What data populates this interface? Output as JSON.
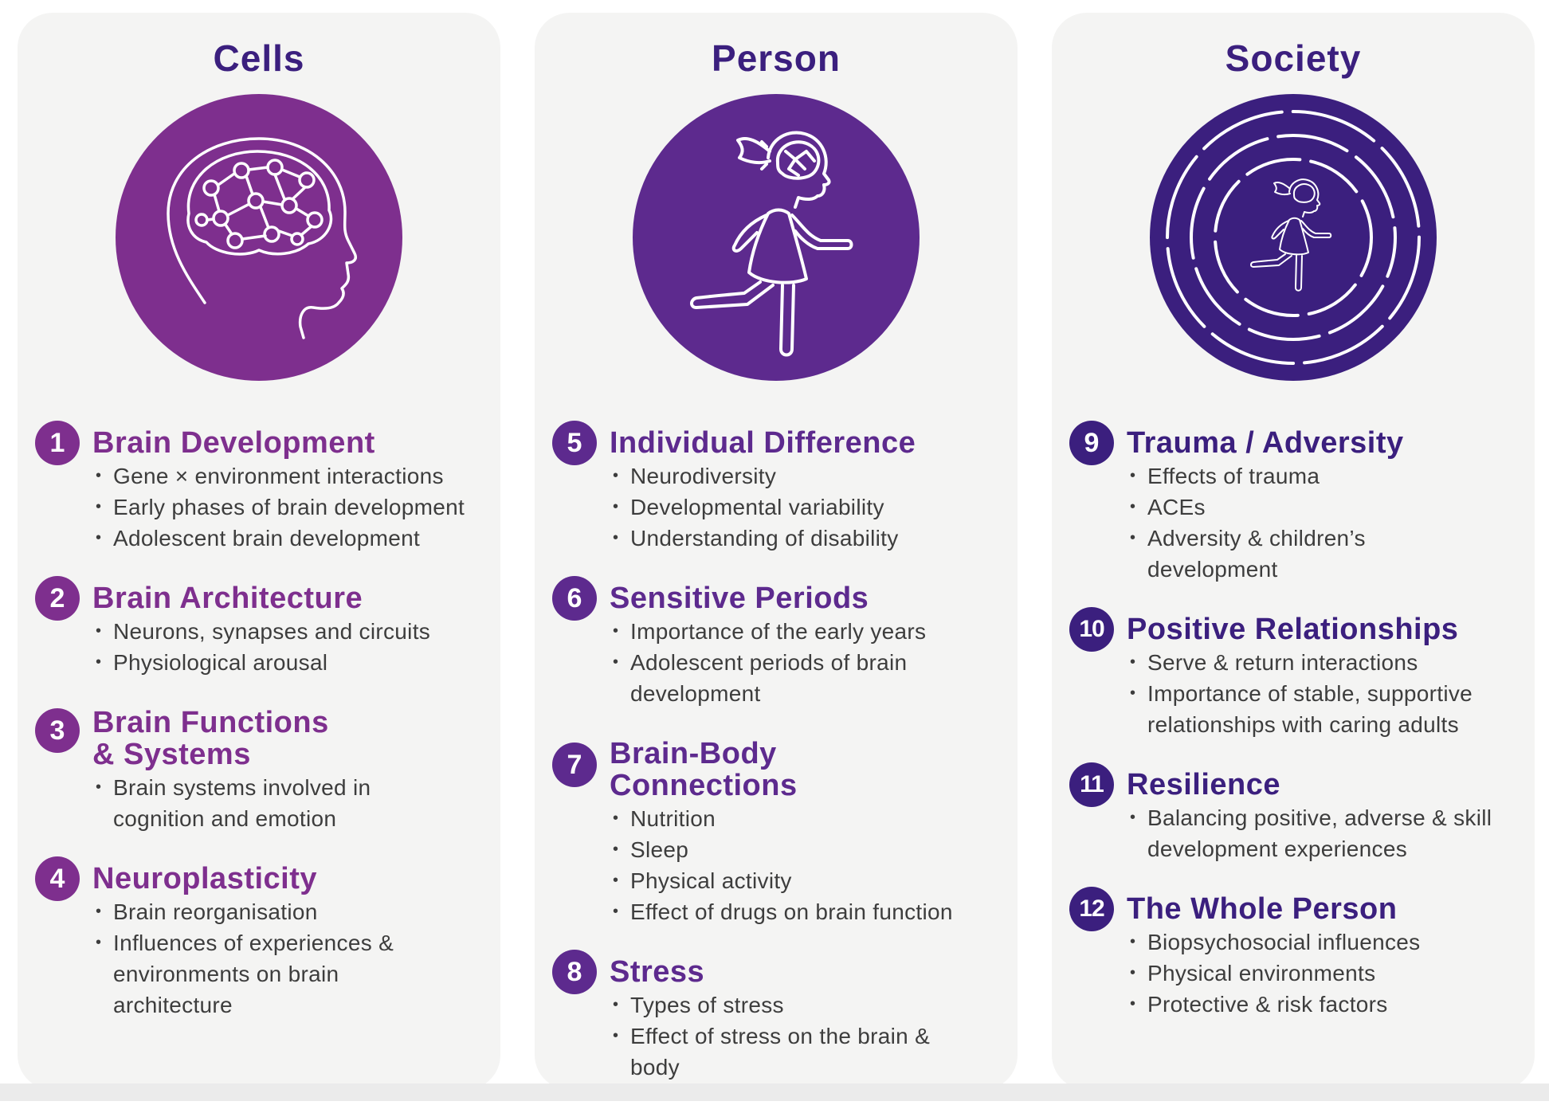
{
  "colors": {
    "cells": "#7e2f8e",
    "person": "#5d2a8e",
    "society": "#3b1f7e",
    "panel": "#f4f4f3",
    "text": "#3d3d3d"
  },
  "columns": [
    {
      "title": "Cells",
      "icon": "brain-network-head-icon",
      "topics": [
        {
          "number": "1",
          "title": "Brain Development",
          "bullets": [
            "Gene × environment interactions",
            "Early phases of brain development",
            "Adolescent brain development"
          ]
        },
        {
          "number": "2",
          "title": "Brain Architecture",
          "bullets": [
            "Neurons, synapses and  circuits",
            "Physiological arousal"
          ]
        },
        {
          "number": "3",
          "title": "Brain Functions & Systems",
          "bullets": [
            "Brain systems involved in cognition and emotion"
          ]
        },
        {
          "number": "4",
          "title": "Neuroplasticity",
          "bullets": [
            "Brain reorganisation",
            "Influences of experiences & environments on brain architecture"
          ]
        }
      ]
    },
    {
      "title": "Person",
      "icon": "running-child-icon",
      "topics": [
        {
          "number": "5",
          "title": "Individual Difference",
          "bullets": [
            "Neurodiversity",
            "Developmental variability",
            "Understanding of disability"
          ]
        },
        {
          "number": "6",
          "title": "Sensitive Periods",
          "bullets": [
            "Importance of the early years",
            "Adolescent periods of brain development"
          ]
        },
        {
          "number": "7",
          "title": "Brain-Body Connections",
          "bullets": [
            "Nutrition",
            "Sleep",
            "Physical activity",
            "Effect of drugs on brain function"
          ]
        },
        {
          "number": "8",
          "title": "Stress",
          "bullets": [
            "Types of stress",
            "Effect of stress on the brain & body"
          ]
        }
      ]
    },
    {
      "title": "Society",
      "icon": "child-in-circles-icon",
      "topics": [
        {
          "number": "9",
          "title": "Trauma / Adversity",
          "bullets": [
            "Effects of trauma",
            "ACEs",
            "Adversity & children’s development"
          ]
        },
        {
          "number": "10",
          "title": "Positive Relationships",
          "bullets": [
            "Serve & return interactions",
            "Importance of stable, supportive relationships with caring adults"
          ]
        },
        {
          "number": "11",
          "title": "Resilience",
          "bullets": [
            "Balancing positive, adverse & skill development experiences"
          ]
        },
        {
          "number": "12",
          "title": "The Whole Person",
          "bullets": [
            "Biopsychosocial influences",
            "Physical environments",
            "Protective & risk factors"
          ]
        }
      ]
    }
  ]
}
